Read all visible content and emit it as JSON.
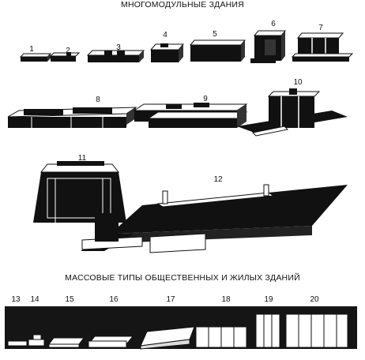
{
  "titles": {
    "top": "МНОГОМОДУЛЬНЫЕ ЗДАНИЯ",
    "bottom": "МАССОВЫЕ ТИПЫ ОБЩЕСТВЕННЫХ И ЖИЛЫХ ЗДАНИЙ"
  },
  "figure_numbers": [
    "1",
    "2",
    "3",
    "4",
    "5",
    "6",
    "7",
    "8",
    "9",
    "10",
    "11",
    "12",
    "13",
    "14",
    "15",
    "16",
    "17",
    "18",
    "19",
    "20"
  ],
  "colors": {
    "ink": "#111111",
    "paper": "#ffffff",
    "band": "#151515"
  }
}
